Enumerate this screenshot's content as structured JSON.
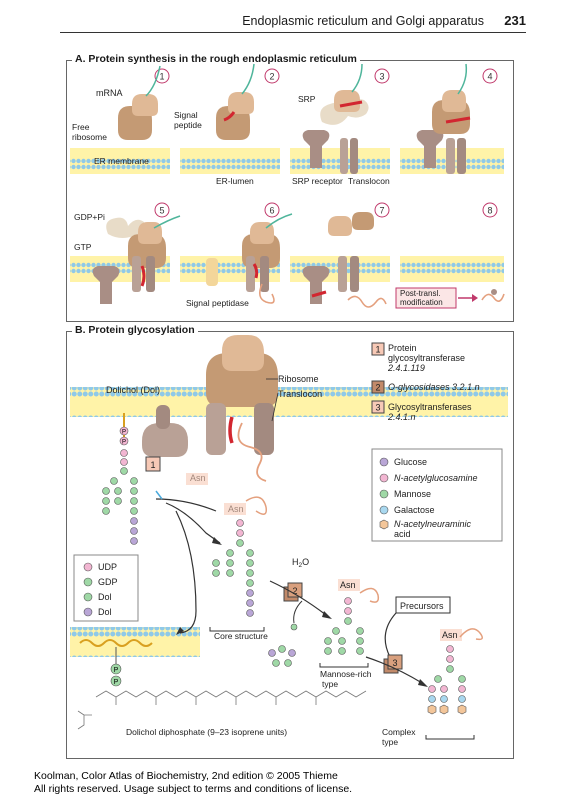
{
  "header": {
    "title": "Endoplasmic reticulum and Golgi apparatus",
    "page_number": "231"
  },
  "panel_a": {
    "title": "A. Protein synthesis in the rough endoplasmic reticulum",
    "steps": [
      "1",
      "2",
      "3",
      "4",
      "5",
      "6",
      "7",
      "8"
    ],
    "labels": {
      "mrna": "mRNA",
      "free_ribosome_1": "Free",
      "free_ribosome_2": "ribosome",
      "er_membrane": "ER membrane",
      "signal_peptide_1": "Signal",
      "signal_peptide_2": "peptide",
      "er_lumen": "ER-lumen",
      "srp": "SRP",
      "srp_receptor": "SRP receptor",
      "translocon": "Translocon",
      "gdp_pi": "GDP+Pi",
      "gtp": "GTP",
      "signal_peptidase": "Signal peptidase",
      "post_transl_1": "Post-transl.",
      "post_transl_2": "modification"
    }
  },
  "panel_b": {
    "title": "B. Protein glycosylation",
    "labels": {
      "dolichol": "Dolichol (Dol)",
      "ribosome": "Ribosome",
      "translocon": "Translocon",
      "asn": "Asn",
      "p": "P",
      "h2o": "H",
      "h2o_sub": "2",
      "h2o_o": "O",
      "core_structure": "Core structure",
      "mannose_rich_1": "Mannose-rich",
      "mannose_rich_2": "type",
      "precursors": "Precursors",
      "complex_1": "Complex",
      "complex_2": "type",
      "dolichol_diphosphate": "Dolichol diphosphate (9–23 isoprene units)"
    },
    "enzymes": [
      {
        "num": "1",
        "lines": [
          "Protein",
          "glycosyltransferase"
        ],
        "ec": "2.4.1.119"
      },
      {
        "num": "2",
        "lines": [
          "O-glycosidases"
        ],
        "ec": "3.2.1.n"
      },
      {
        "num": "3",
        "lines": [
          "Glycosyltransferases"
        ],
        "ec": "2.4.1.n"
      }
    ],
    "sugar_legend": [
      {
        "name": "Glucose",
        "color": "#b9a6d6"
      },
      {
        "name": "N-acetylglucosamine",
        "color": "#f2b6d2"
      },
      {
        "name": "Mannose",
        "color": "#9fd8a6"
      },
      {
        "name": "Galactose",
        "color": "#a9d8ef"
      },
      {
        "name": "N-acetylneuraminic",
        "name2": "acid",
        "color": "#f3c69a"
      }
    ],
    "nucleotide_legend": [
      {
        "name": "UDP",
        "color": "#f2b6d2"
      },
      {
        "name": "GDP",
        "color": "#9fd8a6"
      },
      {
        "name": "Dol",
        "color": "#9fd8a6"
      },
      {
        "name": "Dol",
        "color": "#b9a6d6"
      }
    ]
  },
  "footer": {
    "line1": "Koolman, Color Atlas of Biochemistry, 2nd edition © 2005 Thieme",
    "line2": "All rights reserved. Usage subject to terms and conditions of license."
  },
  "colors": {
    "ribosome": "#e0b996",
    "ribosome_dark": "#c49a74",
    "translocon": "#b9a196",
    "membrane": "#fff3a8",
    "lipid_head": "#8fc9e8",
    "mrna": "#4fb59b",
    "signal": "#d22630",
    "peptide": "#e4a07e",
    "enzyme_box": "#f7c9b6"
  }
}
